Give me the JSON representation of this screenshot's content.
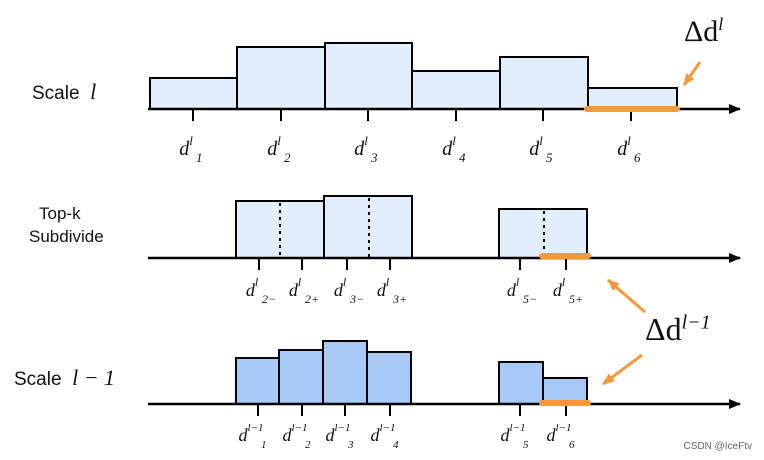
{
  "rows": [
    {
      "label_text": "Scale",
      "label_math": "l",
      "ticks": [
        {
          "base": "d",
          "sup": "l",
          "sub": "1"
        },
        {
          "base": "d",
          "sup": "l",
          "sub": "2"
        },
        {
          "base": "d",
          "sup": "l",
          "sub": "3"
        },
        {
          "base": "d",
          "sup": "l",
          "sub": "4"
        },
        {
          "base": "d",
          "sup": "l",
          "sub": "5"
        },
        {
          "base": "d",
          "sup": "l",
          "sub": "6"
        }
      ]
    },
    {
      "label_line1": "Top-k",
      "label_line2": "Subdivide",
      "ticks": [
        {
          "base": "d",
          "sup": "l",
          "sub": "2−"
        },
        {
          "base": "d",
          "sup": "l",
          "sub": "2+"
        },
        {
          "base": "d",
          "sup": "l",
          "sub": "3−"
        },
        {
          "base": "d",
          "sup": "l",
          "sub": "3+"
        },
        {
          "base": "d",
          "sup": "l",
          "sub": "5−"
        },
        {
          "base": "d",
          "sup": "l",
          "sub": "5+"
        }
      ]
    },
    {
      "label_text": "Scale",
      "label_math": "l − 1",
      "ticks": [
        {
          "base": "d",
          "sup": "l−1",
          "sub": "1"
        },
        {
          "base": "d",
          "sup": "l−1",
          "sub": "2"
        },
        {
          "base": "d",
          "sup": "l−1",
          "sub": "3"
        },
        {
          "base": "d",
          "sup": "l−1",
          "sub": "4"
        },
        {
          "base": "d",
          "sup": "l−1",
          "sub": "5"
        },
        {
          "base": "d",
          "sup": "l−1",
          "sub": "6"
        }
      ]
    }
  ],
  "deltas": {
    "top": {
      "base": "Δd",
      "sup": "l"
    },
    "bottom": {
      "base": "Δd",
      "sup": "l−1"
    }
  },
  "colors": {
    "bar_light": "#e3eefc",
    "bar_dark": "#a8c8f5",
    "stroke": "#000000",
    "accent": "#f59a3c"
  },
  "watermark": "CSDN @IceFtv"
}
